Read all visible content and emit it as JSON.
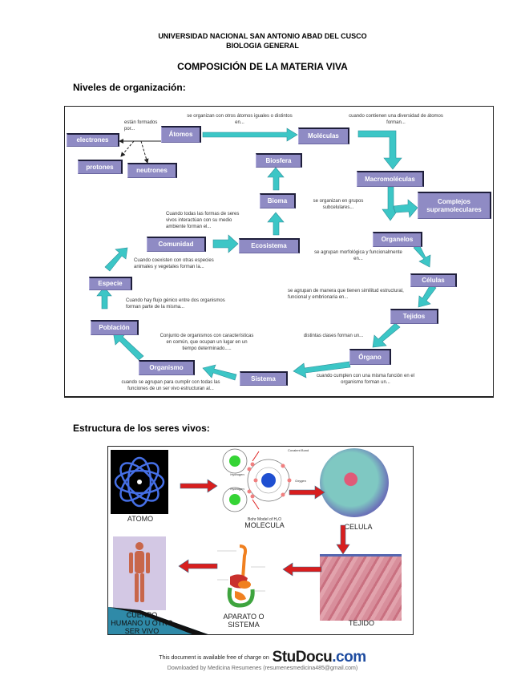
{
  "header": {
    "university": "UNIVERSIDAD NACIONAL SAN ANTONIO ABAD DEL CUSCO",
    "course": "BIOLOGIA GENERAL",
    "title": "COMPOSICIÓN DE LA MATERIA VIVA"
  },
  "sections": {
    "levels_title": "Niveles de organización:",
    "structure_title": "Estructura de los seres vivos:"
  },
  "diagram": {
    "nodes": {
      "atomos": "Átomos",
      "electrones": "electrones",
      "protones": "protones",
      "neutrones": "neutrones",
      "moleculas": "Moléculas",
      "macromoleculas": "Macromoléculas",
      "complejos": "Complejos supramoleculares",
      "organelos": "Organelos",
      "celulas": "Células",
      "tejidos": "Tejidos",
      "organo": "Órgano",
      "sistema": "Sistema",
      "organismo": "Organismo",
      "poblacion": "Población",
      "especie": "Especie",
      "comunidad": "Comunidad",
      "ecosistema": "Ecosistema",
      "bioma": "Bioma",
      "biosfera": "Biosfera"
    },
    "notes": {
      "formados": "están formados por...",
      "organizan_atomos": "se organizan con otros átomos iguales o distintos en...",
      "diversidad": "cuando contienen una diversidad de átomos forman...",
      "subcelulares": "se organizan en grupos subcelulares...",
      "morfologicamente": "se agrupan morfológica y funcionalmente en...",
      "similitud": "se agrupan de manera que tienen similitud estructural, funcional y embrionaria en...",
      "distintas_clases": "distintas clases forman un...",
      "misma_funcion": "cuando cumplen con una misma función en el organismo forman un...",
      "todas_funciones": "cuando se agrupan para cumplir con todas las funciones de un ser vivo estructuran al...",
      "conjunto": "Conjunto de organismos con características en común, que ocupan un lugar en un tiempo determinado.....",
      "flujo_genico": "Cuando hay flujo génico entre dos organismos forman parte de la misma...",
      "coexisten": "Cuando coexisten con otras especies animales y vegetales forman la...",
      "interactuan": "Cuando todas las formas de seres vivos interactúan con su medio ambiente forman el..."
    },
    "colors": {
      "node_fill": "#8f8bc4",
      "arrow_fill": "#3cc6c6"
    }
  },
  "structure": {
    "captions": {
      "atomo": "ATOMO",
      "bohr": "Bohr Model of H₂O",
      "molecula": "MOLECULA",
      "celula": "CELULA",
      "tejido": "TEJIDO",
      "aparato": "APARATO O SISTEMA",
      "cuerpo": "CUERPO HUMANO U OTRO SER VIVO"
    },
    "labels": {
      "hydrogen": "Hydrogen",
      "oxygen": "Oxygen",
      "covalent": "Covalent Bond"
    },
    "colors": {
      "arrow_fill": "#d81e1e"
    }
  },
  "footer": {
    "available": "This document is available free of charge on",
    "brand_1": "StuDocu",
    "brand_2": ".com",
    "downloaded": "Downloaded by Medicina Resumenes (resumenesmedicina485@gmail.com)"
  }
}
